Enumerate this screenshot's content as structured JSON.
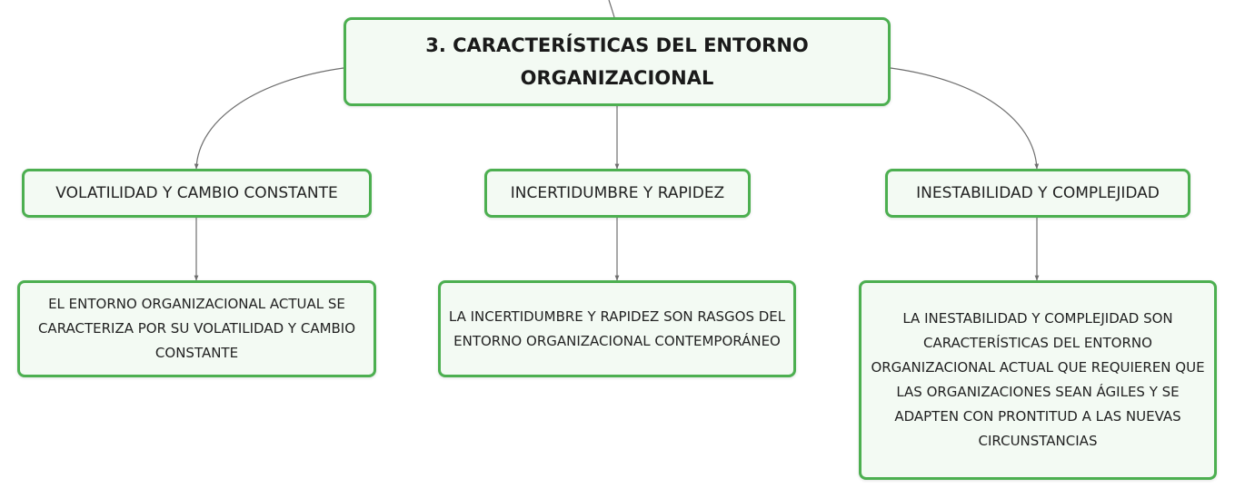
{
  "diagram": {
    "root": {
      "label": "3. CARACTERÍSTICAS DEL ENTORNO ORGANIZACIONAL"
    },
    "branches": [
      {
        "label": "VOLATILIDAD Y CAMBIO CONSTANTE",
        "detail": "EL ENTORNO ORGANIZACIONAL ACTUAL SE CARACTERIZA POR SU VOLATILIDAD Y CAMBIO CONSTANTE"
      },
      {
        "label": "INCERTIDUMBRE Y RAPIDEZ",
        "detail": "LA INCERTIDUMBRE Y RAPIDEZ SON RASGOS DEL ENTORNO ORGANIZACIONAL CONTEMPORÁNEO"
      },
      {
        "label": "INESTABILIDAD Y COMPLEJIDAD",
        "detail": "LA INESTABILIDAD Y COMPLEJIDAD SON CARACTERÍSTICAS DEL ENTORNO ORGANIZACIONAL ACTUAL QUE REQUIEREN QUE LAS ORGANIZACIONES SEAN ÁGILES Y SE ADAPTEN CON PRONTITUD A LAS NUEVAS CIRCUNSTANCIAS"
      }
    ]
  },
  "colors": {
    "node_border": "#4caf50",
    "node_fill": "#f3faf3",
    "connector": "#6e6e6e",
    "text": "#222222"
  }
}
